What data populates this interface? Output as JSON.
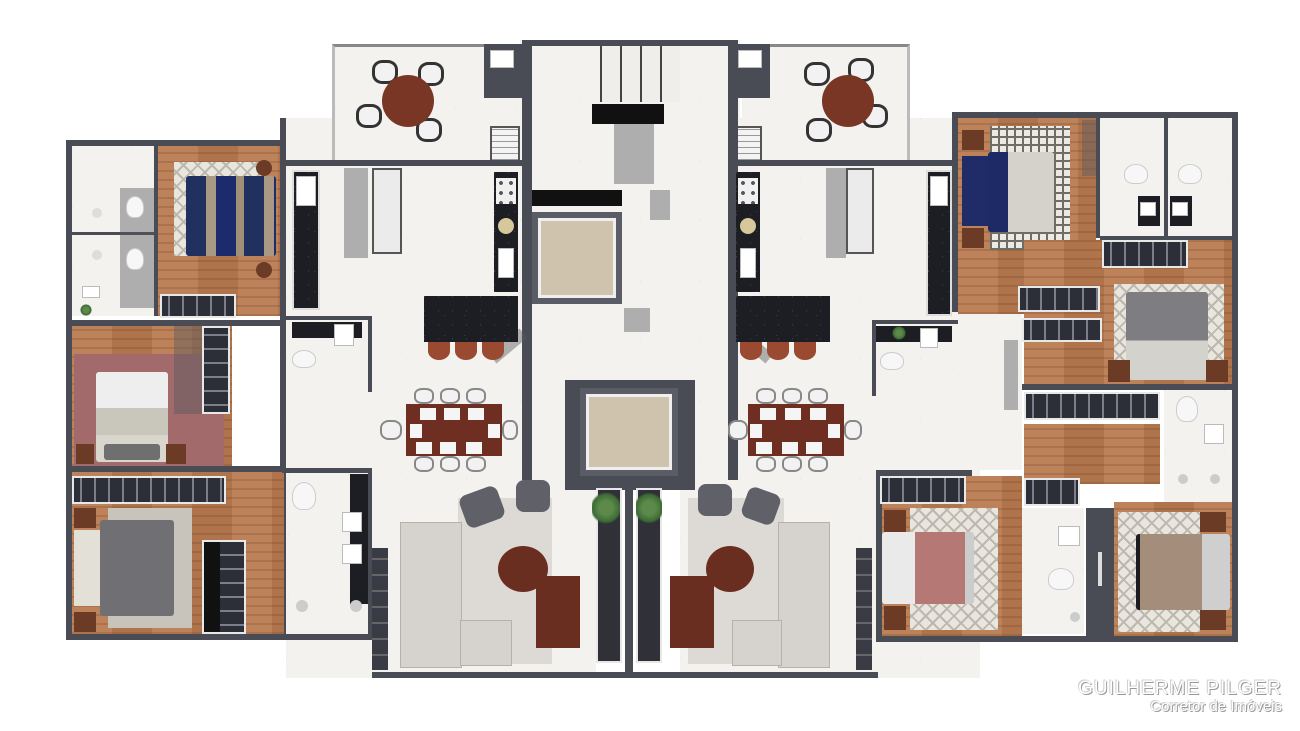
{
  "image": {
    "type": "architectural floor plan render",
    "description": "Top-down 3D rendered floor plan of two mirrored apartment units sharing a central stair/elevator core",
    "background_color": "#ffffff"
  },
  "watermark": {
    "title": "GUILHERME PILGER",
    "subtitle": "Corretor de Imóveis"
  },
  "core": {
    "stairs": "staircase",
    "elevators": [
      "elevator-upper",
      "elevator-lower"
    ],
    "planters": 2
  },
  "units": [
    {
      "side": "left",
      "rooms": [
        {
          "name": "balcony",
          "furniture": [
            "round-dining-table",
            "4-chairs",
            "grill",
            "sink"
          ]
        },
        {
          "name": "kitchen",
          "furniture": [
            "cooktop",
            "sink",
            "granite-countertop",
            "peninsula",
            "3-stools",
            "refrigerator"
          ]
        },
        {
          "name": "laundry",
          "furniture": [
            "sink",
            "granite-countertop"
          ]
        },
        {
          "name": "powder-room",
          "furniture": [
            "toilet",
            "sink"
          ]
        },
        {
          "name": "dining-area",
          "furniture": [
            "8-seat-dining-table"
          ]
        },
        {
          "name": "living-room",
          "furniture": [
            "sectional-sofa",
            "2-armchairs",
            "round-coffee-table",
            "side-table",
            "rug"
          ]
        },
        {
          "name": "bedroom-1",
          "floor": "wood",
          "furniture": [
            "double-bed-blue-striped",
            "geometric-rug",
            "2-nightstands",
            "closet"
          ]
        },
        {
          "name": "bedroom-2",
          "floor": "wood",
          "furniture": [
            "double-bed",
            "pink-rug",
            "nightstand",
            "closet"
          ]
        },
        {
          "name": "master-bedroom",
          "floor": "wood",
          "furniture": [
            "double-bed-grey",
            "rug",
            "2-nightstands",
            "2-closets"
          ]
        },
        {
          "name": "bathroom-1",
          "furniture": [
            "toilet",
            "sink",
            "shower"
          ]
        },
        {
          "name": "bathroom-2",
          "furniture": [
            "toilet",
            "sink",
            "shower"
          ]
        },
        {
          "name": "suite-bathroom",
          "furniture": [
            "toilet",
            "double-sink",
            "shower"
          ]
        }
      ]
    },
    {
      "side": "right",
      "rooms": [
        {
          "name": "balcony",
          "furniture": [
            "round-dining-table",
            "4-chairs",
            "grill",
            "sink"
          ]
        },
        {
          "name": "kitchen",
          "furniture": [
            "cooktop",
            "sink",
            "granite-countertop",
            "peninsula",
            "3-stools",
            "refrigerator"
          ]
        },
        {
          "name": "laundry",
          "furniture": [
            "sink",
            "granite-countertop"
          ]
        },
        {
          "name": "powder-room",
          "furniture": [
            "toilet",
            "sink"
          ]
        },
        {
          "name": "dining-area",
          "furniture": [
            "8-seat-dining-table"
          ]
        },
        {
          "name": "living-room",
          "furniture": [
            "sectional-sofa",
            "2-armchairs",
            "round-coffee-table",
            "side-table",
            "rug"
          ]
        },
        {
          "name": "master-bedroom",
          "floor": "wood",
          "furniture": [
            "double-bed-navy",
            "square-pattern-rug",
            "2-nightstands",
            "closet"
          ]
        },
        {
          "name": "bedroom-2",
          "floor": "wood",
          "furniture": [
            "double-bed-grey",
            "diamond-rug",
            "2-nightstands",
            "2-closets"
          ]
        },
        {
          "name": "bedroom-3",
          "floor": "wood",
          "furniture": [
            "double-bed-pink",
            "rug",
            "2-nightstands",
            "closet"
          ]
        },
        {
          "name": "bedroom-4",
          "floor": "wood",
          "furniture": [
            "double-bed-taupe",
            "pattern-rug",
            "2-nightstands"
          ]
        },
        {
          "name": "bathroom-1",
          "furniture": [
            "toilet",
            "sink",
            "shower"
          ]
        },
        {
          "name": "bathroom-2",
          "furniture": [
            "toilet",
            "sink",
            "shower"
          ]
        },
        {
          "name": "bathroom-3",
          "furniture": [
            "toilet",
            "sink",
            "shower"
          ]
        }
      ]
    }
  ]
}
